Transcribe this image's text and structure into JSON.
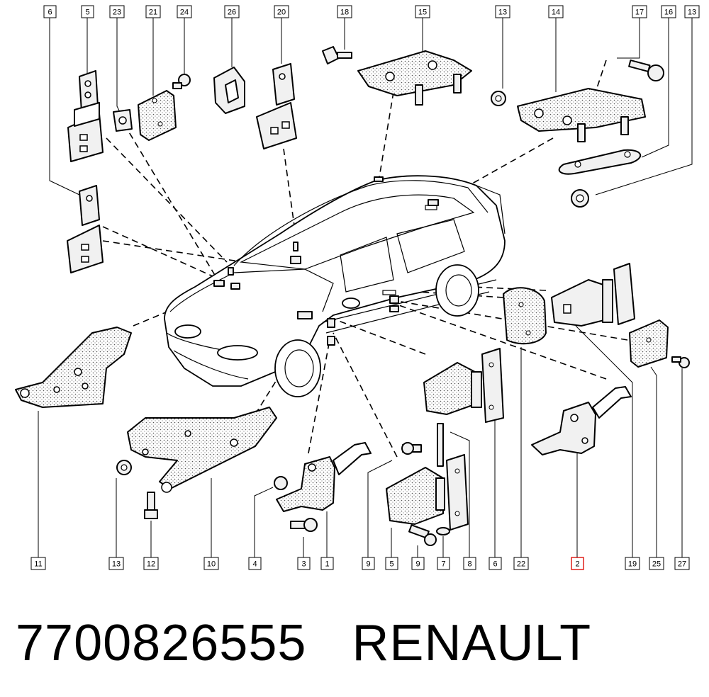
{
  "diagram": {
    "callouts_top": [
      {
        "id": "c-top-6",
        "label": "6"
      },
      {
        "id": "c-top-5",
        "label": "5"
      },
      {
        "id": "c-top-23",
        "label": "23"
      },
      {
        "id": "c-top-21",
        "label": "21"
      },
      {
        "id": "c-top-24",
        "label": "24"
      },
      {
        "id": "c-top-26",
        "label": "26"
      },
      {
        "id": "c-top-20",
        "label": "20"
      },
      {
        "id": "c-top-18",
        "label": "18"
      },
      {
        "id": "c-top-15",
        "label": "15"
      },
      {
        "id": "c-top-13a",
        "label": "13"
      },
      {
        "id": "c-top-14",
        "label": "14"
      },
      {
        "id": "c-top-17",
        "label": "17"
      },
      {
        "id": "c-top-16",
        "label": "16"
      },
      {
        "id": "c-top-13b",
        "label": "13"
      }
    ],
    "callouts_bottom": [
      {
        "id": "c-bot-11",
        "label": "11"
      },
      {
        "id": "c-bot-13",
        "label": "13"
      },
      {
        "id": "c-bot-12",
        "label": "12"
      },
      {
        "id": "c-bot-10",
        "label": "10"
      },
      {
        "id": "c-bot-4",
        "label": "4"
      },
      {
        "id": "c-bot-3",
        "label": "3"
      },
      {
        "id": "c-bot-1",
        "label": "1"
      },
      {
        "id": "c-bot-9a",
        "label": "9"
      },
      {
        "id": "c-bot-5",
        "label": "5"
      },
      {
        "id": "c-bot-9b",
        "label": "9"
      },
      {
        "id": "c-bot-7",
        "label": "7"
      },
      {
        "id": "c-bot-8",
        "label": "8"
      },
      {
        "id": "c-bot-6",
        "label": "6"
      },
      {
        "id": "c-bot-22",
        "label": "22"
      },
      {
        "id": "c-bot-2",
        "label": "2",
        "highlighted": true
      },
      {
        "id": "c-bot-19",
        "label": "19"
      },
      {
        "id": "c-bot-25",
        "label": "25"
      },
      {
        "id": "c-bot-27",
        "label": "27"
      }
    ],
    "highlight_color": "#e0201b"
  },
  "caption": {
    "part_number": "7700826555",
    "brand": "RENAULT"
  }
}
